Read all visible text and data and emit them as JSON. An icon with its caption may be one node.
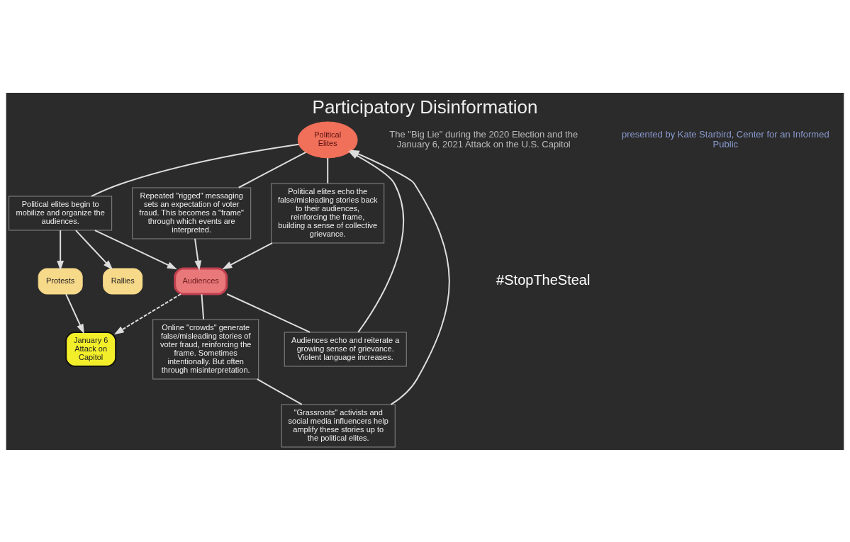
{
  "diagram": {
    "title": "Participatory Disinformation",
    "nodes": [
      {
        "text": [
          "Political Elites"
        ]
      },
      {
        "text": [
          "Audiences echo and reiterate a growing sense of grievance. Violent language increases."
        ]
      },
      {
        "text": [
          "Repeated \"rigged\" messaging sets an expectation of voter fraud. This becomes a \"frame\" through which events are interpreted."
        ]
      },
      {
        "text": [
          "\"Grassroots\" activists and social media influencers help amplify these stories up to the political elites."
        ]
      },
      {
        "text": [
          "Political elites echo the false/misleading stories back to their audiences, reinforcing the frame, building a sense of collective grievance."
        ]
      },
      {
        "text": [
          "Online \"crowds\" generate false/misleading stories of voter fraud, reinforcing the frame. Sometimes intentionally. But often through misinterpretation."
        ]
      },
      {
        "text": [
          "Political elites begin to mobilize and organize the audiences."
        ]
      },
      {
        "text": [
          "Rallies"
        ]
      },
      {
        "text": [
          "Protests"
        ]
      },
      {
        "text": [
          "Audiences"
        ]
      },
      {
        "text": [
          "January 6 Attack on Capitol"
        ]
      }
    ],
    "edges": [
      {
        "from": 9,
        "to": 1,
        "arrow": "none"
      },
      {
        "from": 1,
        "to": 0,
        "arrow": "to"
      },
      {
        "from": 0,
        "to": 2,
        "arrow": "none"
      },
      {
        "from": 2,
        "to": 9,
        "arrow": "to"
      },
      {
        "from": 9,
        "to": 5,
        "arrow": "none"
      },
      {
        "from": 5,
        "to": 3,
        "arrow": "none"
      },
      {
        "from": 3,
        "to": 0,
        "arrow": "to"
      },
      {
        "from": 0,
        "to": 4,
        "arrow": "none"
      },
      {
        "from": 4,
        "to": 9,
        "arrow": "to"
      },
      {
        "from": 0,
        "to": 6,
        "arrow": "none"
      },
      {
        "from": 6,
        "to": 9,
        "arrow": "to"
      },
      {
        "from": 6,
        "to": 7,
        "arrow": "to"
      },
      {
        "from": 6,
        "to": 8,
        "arrow": "to"
      },
      {
        "from": 8,
        "to": 10,
        "arrow": "to"
      },
      {
        "from": 9,
        "to": 10,
        "arrow": "to",
        "style": "dashed"
      }
    ],
    "labels": [
      "The \"Big Lie\" during the 2020 Election and the January 6, 2021 Attack on the U.S. Capitol",
      "presented by Kate Starbird, Center for an Informed Public",
      "#StopTheSteal"
    ]
  }
}
